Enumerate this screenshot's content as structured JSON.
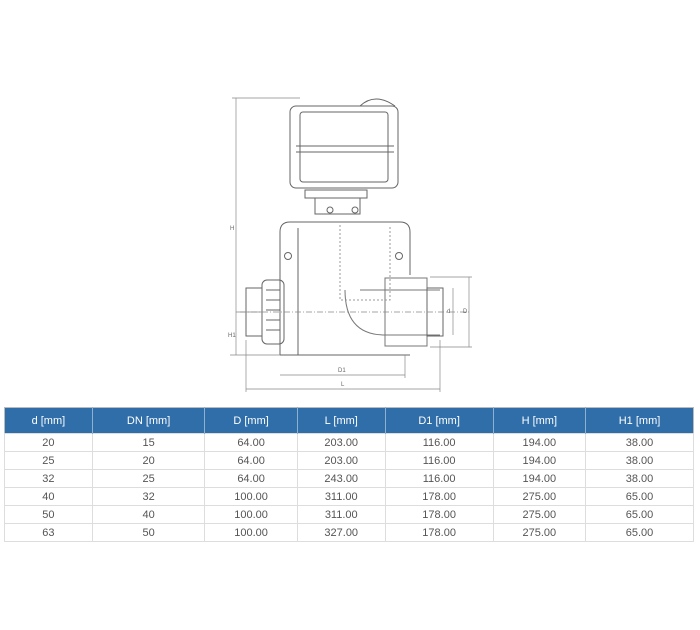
{
  "drawing": {
    "dimension_labels": {
      "H": "H",
      "H1": "H1",
      "D1": "D1",
      "L": "L",
      "d": "d",
      "D": "D"
    }
  },
  "table": {
    "header_color": "#2f6ea9",
    "columns": [
      "d [mm]",
      "DN [mm]",
      "D [mm]",
      "L [mm]",
      "D1 [mm]",
      "H [mm]",
      "H1 [mm]"
    ],
    "rows": [
      [
        "20",
        "15",
        "64.00",
        "203.00",
        "116.00",
        "194.00",
        "38.00"
      ],
      [
        "25",
        "20",
        "64.00",
        "203.00",
        "116.00",
        "194.00",
        "38.00"
      ],
      [
        "32",
        "25",
        "64.00",
        "243.00",
        "116.00",
        "194.00",
        "38.00"
      ],
      [
        "40",
        "32",
        "100.00",
        "311.00",
        "178.00",
        "275.00",
        "65.00"
      ],
      [
        "50",
        "40",
        "100.00",
        "311.00",
        "178.00",
        "275.00",
        "65.00"
      ],
      [
        "63",
        "50",
        "100.00",
        "327.00",
        "178.00",
        "275.00",
        "65.00"
      ]
    ]
  }
}
